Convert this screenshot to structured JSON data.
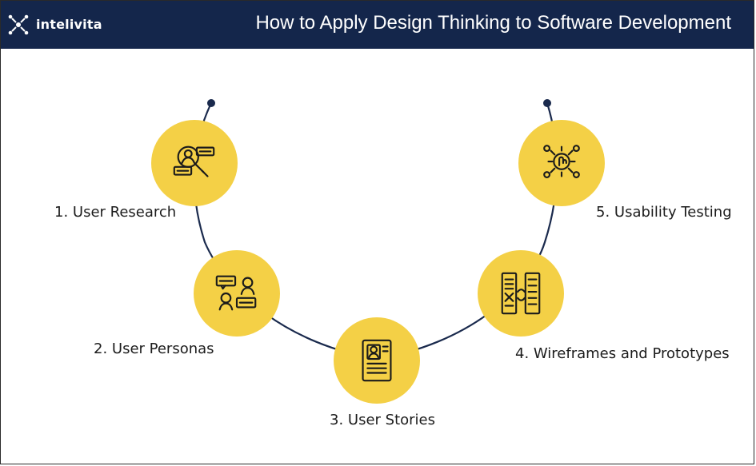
{
  "header": {
    "brand": "intelivita",
    "title": "How to Apply Design Thinking to Software Development"
  },
  "steps": [
    {
      "label": "1. User Research",
      "icon": "user-research-icon"
    },
    {
      "label": "2. User Personas",
      "icon": "user-personas-icon"
    },
    {
      "label": "3. User Stories",
      "icon": "user-stories-icon"
    },
    {
      "label": "4. Wireframes and Prototypes",
      "icon": "wireframes-icon"
    },
    {
      "label": "5. Usability Testing",
      "icon": "usability-testing-icon"
    }
  ],
  "colors": {
    "header_bg": "#14264b",
    "circle_fill": "#f4d046",
    "connector": "#1a2a4d",
    "text": "#1c1c1c"
  }
}
